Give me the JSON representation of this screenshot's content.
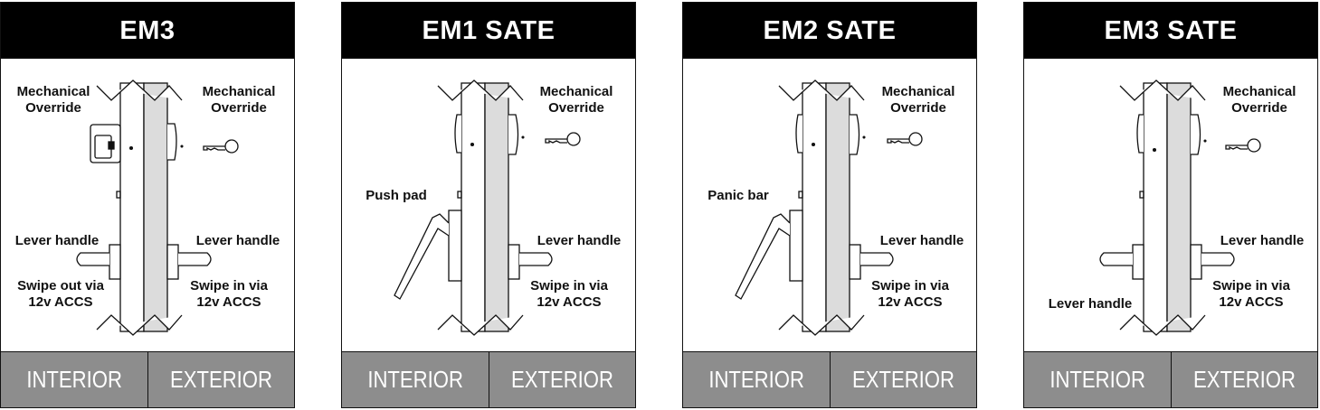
{
  "panels": [
    {
      "title": "EM3",
      "variant": "em3",
      "footer": {
        "interior": "INTERIOR",
        "exterior": "EXTERIOR"
      },
      "labels": {
        "override_line1": "Mechanical",
        "override_line2": "Override",
        "interior_handle": "Lever handle",
        "exterior_handle": "Lever handle",
        "interior_swipe_line1": "Swipe out via",
        "interior_swipe_line2": "12v ACCS",
        "exterior_swipe_line1": "Swipe in via",
        "exterior_swipe_line2": "12v ACCS"
      }
    },
    {
      "title": "EM1  SATE",
      "variant": "pushpad",
      "footer": {
        "interior": "INTERIOR",
        "exterior": "EXTERIOR"
      },
      "labels": {
        "override_line1": "Mechanical",
        "override_line2": "Override",
        "interior_device": "Push pad",
        "exterior_handle": "Lever handle",
        "exterior_swipe_line1": "Swipe in via",
        "exterior_swipe_line2": "12v ACCS"
      }
    },
    {
      "title": "EM2  SATE",
      "variant": "panicbar",
      "footer": {
        "interior": "INTERIOR",
        "exterior": "EXTERIOR"
      },
      "labels": {
        "override_line1": "Mechanical",
        "override_line2": "Override",
        "interior_device": "Panic bar",
        "exterior_handle": "Lever handle",
        "exterior_swipe_line1": "Swipe in via",
        "exterior_swipe_line2": "12v ACCS"
      }
    },
    {
      "title": "EM3  SATE",
      "variant": "lever",
      "footer": {
        "interior": "INTERIOR",
        "exterior": "EXTERIOR"
      },
      "labels": {
        "override_line1": "Mechanical",
        "override_line2": "Override",
        "interior_handle": "Lever handle",
        "exterior_handle": "Lever handle",
        "exterior_swipe_line1": "Swipe in via",
        "exterior_swipe_line2": "12v ACCS"
      }
    }
  ]
}
